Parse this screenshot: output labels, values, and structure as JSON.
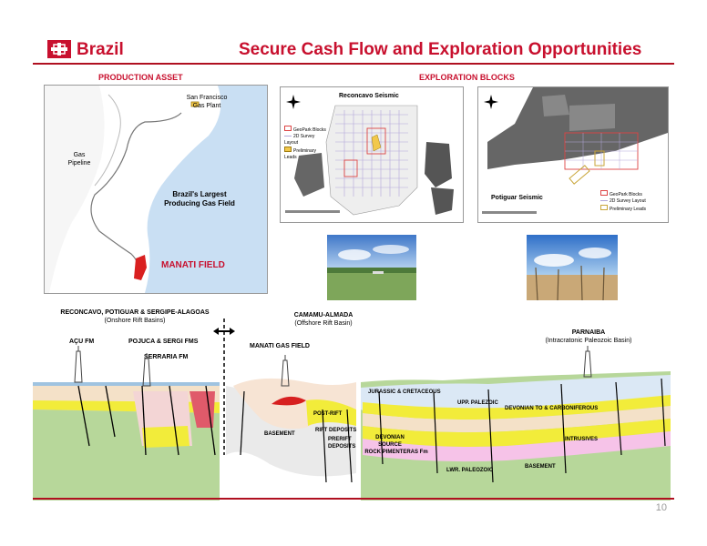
{
  "header": {
    "country": "Brazil",
    "title": "Secure Cash Flow and Exploration Opportunities"
  },
  "production": {
    "section_label": "PRODUCTION ASSET",
    "plant_label_1": "San Francisco",
    "plant_label_2": "Gas Plant",
    "pipeline_label_1": "Gas",
    "pipeline_label_2": "Pipeline",
    "field_desc_1": "Brazil's Largest",
    "field_desc_2": "Producing Gas Field",
    "field_name": "MANATI FIELD"
  },
  "exploration": {
    "section_label": "EXPLORATION BLOCKS",
    "map1_title": "Reconcavo Seismic",
    "map2_title": "Potiguar Seismic",
    "legend": [
      "GeoPark Blocks",
      "2D Survey Layout",
      "Preliminary Leads"
    ]
  },
  "cross_section": {
    "basin_left_1": "RECONCAVO, POTIGUAR & SERGIPE-ALAGOAS",
    "basin_left_2": "(Onshore Rift Basins)",
    "basin_mid_1": "CAMAMU-ALMADA",
    "basin_mid_2": "(Offshore Rift Basin)",
    "basin_right_1": "PARNAIBA",
    "basin_right_2": "(Intracratonic Paleozoic Basin)",
    "acu": "AÇU FM",
    "pojuca": "POJUCA & SERGI FMS",
    "serraria": "SERRARIA FM",
    "manati_gas": "MANATI GAS FIELD",
    "post_rift": "POST-RIFT",
    "rift_deposits": "RIFT DEPOSITS",
    "prerift_1": "PRERIFT",
    "prerift_2": "DEPOSITS",
    "basement_left": "BASEMENT",
    "jurassic": "JURASSIC & CRETACEOUS",
    "upp_paleozoic": "UPP. PALEZOIC",
    "devonian_carb": "DEVONIAN TO & CARBONIFEROUS",
    "devonian_source_1": "DEVONIAN",
    "devonian_source_2": "SOURCE",
    "devonian_source_3": "ROCK PIMENTERAS Fm",
    "lwr_paleozoic": "LWR. PALEOZOIC",
    "basement_right": "BASEMENT",
    "intrusives": "INTRUSIVES"
  },
  "footer": {
    "page_number": "10"
  }
}
